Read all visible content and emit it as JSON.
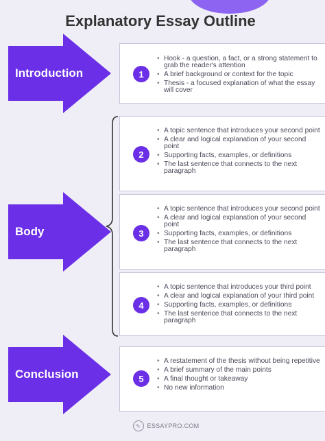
{
  "title": "Explanatory Essay Outline",
  "sections": {
    "introduction": "Introduction",
    "body": "Body",
    "conclusion": "Conclusion"
  },
  "cards": [
    {
      "number": "1",
      "bullets": [
        "Hook - a question, a fact, or a strong statement to grab the reader's attention",
        "A brief background or context for the topic",
        "Thesis - a focused explanation of what the essay will cover"
      ]
    },
    {
      "number": "2",
      "bullets": [
        "A topic sentence that introduces your second point",
        "A clear and logical explanation of your second point",
        "Supporting facts, examples, or definitions",
        "The last sentence that connects to the next paragraph"
      ]
    },
    {
      "number": "3",
      "bullets": [
        "A topic sentence that introduces your second point",
        "A clear and logical explanation of your second point",
        "Supporting facts, examples, or definitions",
        "The last sentence that connects to the next paragraph"
      ]
    },
    {
      "number": "4",
      "bullets": [
        "A topic sentence that introduces your third point",
        "A clear and logical explanation of your third point",
        "Supporting facts, examples, or definitions",
        "The last sentence that connects to the next paragraph"
      ]
    },
    {
      "number": "5",
      "bullets": [
        "A restatement of the thesis without being repetitive",
        "A brief summary of the main points",
        "A final thought or takeaway",
        "No new information"
      ]
    }
  ],
  "footer": {
    "brand": "ESSAYPRO.COM"
  },
  "colors": {
    "accent": "#6a2fe6",
    "background": "#efeef6"
  }
}
